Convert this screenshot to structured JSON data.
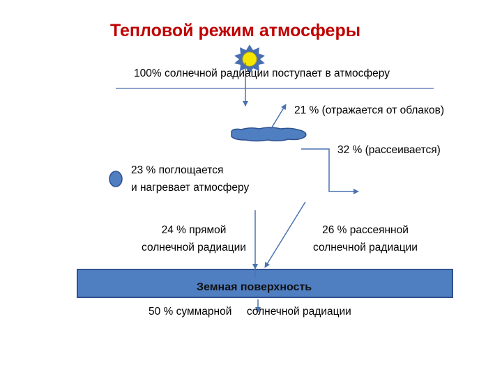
{
  "title": "Тепловой режим атмосферы",
  "labels": {
    "incoming": "100% солнечной  радиации поступает в атмосферу",
    "reflected": "21 % (отражается от облаков)",
    "scattered": "32 % (рассеивается)",
    "absorbed_line1": "23 % поглощается",
    "absorbed_line2": "и нагревает атмосферу",
    "direct_line1": "24 % прямой",
    "direct_line2": "солнечной радиации",
    "diffuse_line1": "26 % рассеянной",
    "diffuse_line2": "солнечной  радиации",
    "surface": "Земная поверхность",
    "total": "50 % суммарной     солнечной радиации"
  },
  "colors": {
    "title": "#c00000",
    "arrow": "#4a72b0",
    "surface": "#4f7ec1",
    "cloud": "#4f7ec1",
    "sun_core": "#f5e600",
    "sun_rays": "#4a6fb0"
  },
  "icons": {
    "sun": "sun-icon",
    "cloud": "cloud-icon",
    "atmosphere_particle": "particle-icon"
  }
}
